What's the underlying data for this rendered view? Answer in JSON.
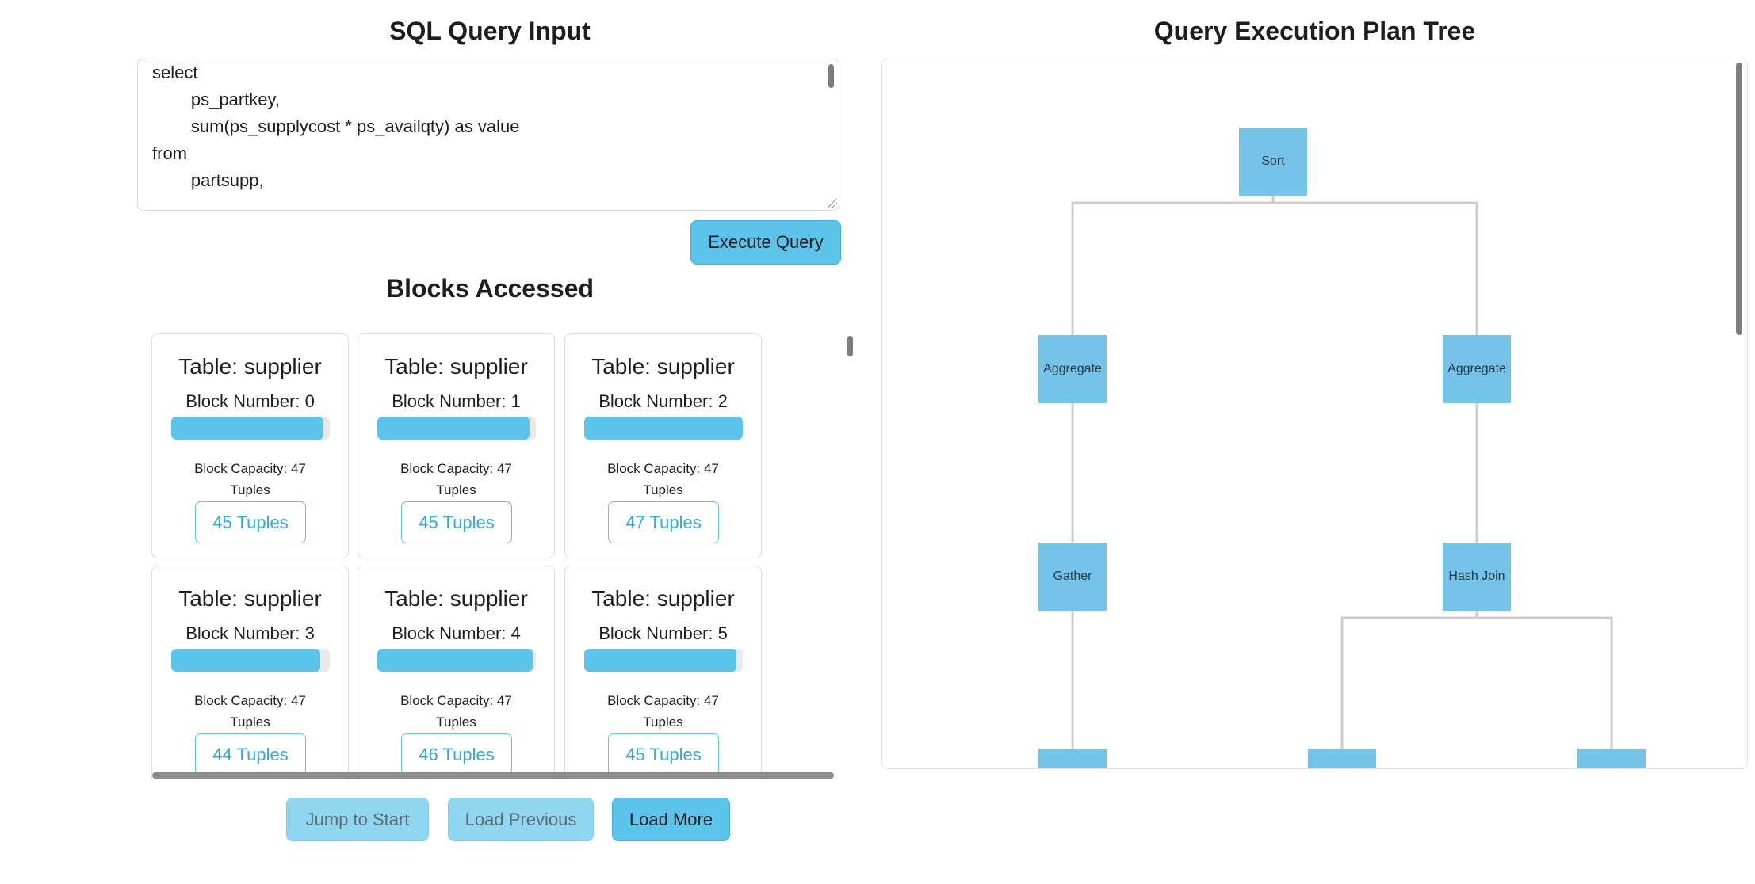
{
  "sql_section": {
    "title": "SQL Query Input",
    "lines": [
      "select",
      "        ps_partkey,",
      "        sum(ps_supplycost * ps_availqty) as value",
      "from",
      "        partsupp,"
    ],
    "execute_label": "Execute Query"
  },
  "blocks_section": {
    "title": "Blocks Accessed",
    "capacity_line1": "Block Capacity: 47",
    "capacity_line2": "Tuples",
    "cards": [
      {
        "table": "Table: supplier",
        "block": "Block Number: 0",
        "tuples": "45 Tuples",
        "fill": 0.96
      },
      {
        "table": "Table: supplier",
        "block": "Block Number: 1",
        "tuples": "45 Tuples",
        "fill": 0.96
      },
      {
        "table": "Table: supplier",
        "block": "Block Number: 2",
        "tuples": "47 Tuples",
        "fill": 1.0
      },
      {
        "table": "Table: supplier",
        "block": "Block Number: 3",
        "tuples": "44 Tuples",
        "fill": 0.94
      },
      {
        "table": "Table: supplier",
        "block": "Block Number: 4",
        "tuples": "46 Tuples",
        "fill": 0.98
      },
      {
        "table": "Table: supplier",
        "block": "Block Number: 5",
        "tuples": "45 Tuples",
        "fill": 0.96
      }
    ],
    "jump_label": "Jump to Start",
    "previous_label": "Load Previous",
    "more_label": "Load More"
  },
  "plan_section": {
    "title": "Query Execution Plan Tree",
    "nodes": {
      "root": "Sort",
      "agg_left": "Aggregate",
      "agg_right": "Aggregate",
      "gather": "Gather",
      "hash_join": "Hash Join"
    }
  },
  "colors": {
    "accent": "#5bc4ea",
    "accent_light": "#8fd7f1",
    "node": "#75c3e8",
    "edge": "#cccccc"
  }
}
